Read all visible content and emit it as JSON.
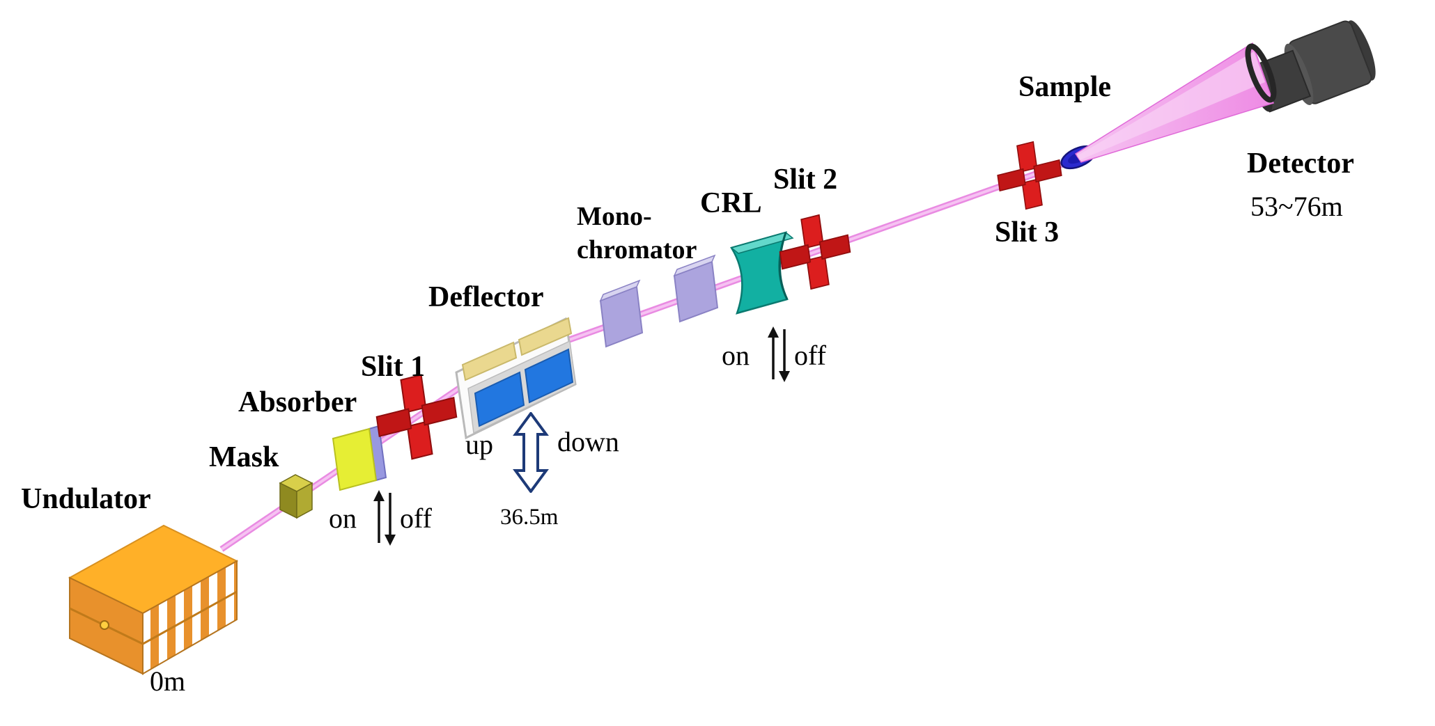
{
  "beamline": {
    "undulator": {
      "label": "Undulator",
      "distance": "0m"
    },
    "mask": {
      "label": "Mask"
    },
    "absorber": {
      "label": "Absorber",
      "state_on": "on",
      "state_off": "off"
    },
    "slit1": {
      "label": "Slit 1"
    },
    "deflector": {
      "label": "Deflector",
      "dir_up": "up",
      "dir_down": "down",
      "distance": "36.5m"
    },
    "monochromator": {
      "label_line1": "Mono-",
      "label_line2": "chromator"
    },
    "crl": {
      "label": "CRL",
      "state_on": "on",
      "state_off": "off"
    },
    "slit2": {
      "label": "Slit 2"
    },
    "slit3": {
      "label": "Slit 3"
    },
    "sample": {
      "label": "Sample"
    },
    "detector": {
      "label": "Detector",
      "distance": "53~76m"
    }
  },
  "colors": {
    "beam": "#e98be2",
    "beam_core": "#f6c2f2",
    "cone_fill": "#f2b0ee",
    "cone_edge": "#e06ad8",
    "slit_red": "#dc1e1e",
    "undulator_orange": "#ffb028",
    "mask_olive": "#b0aa32",
    "absorber_yellow": "#e6ee34",
    "deflector_mirror_blue": "#2277e0",
    "mono_lavender": "#aca4de",
    "crl_teal": "#12b0a2",
    "sample_blue": "#2a2ace",
    "detector_gray": "#4a4a4a",
    "arrow_navy": "#1d3a78"
  }
}
